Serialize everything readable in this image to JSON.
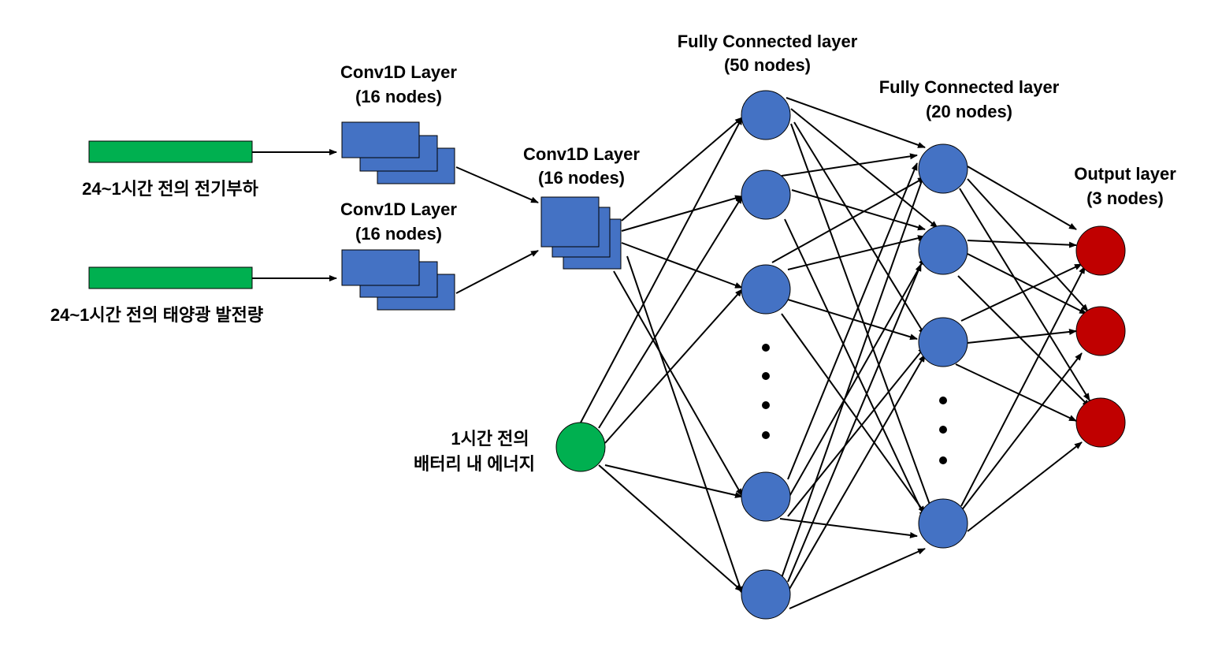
{
  "labels": {
    "input_load": "24~1시간 전의 전기부하",
    "input_pv": "24~1시간 전의 태양광 발전량",
    "conv_top": [
      "Conv1D Layer",
      "(16 nodes)"
    ],
    "conv_bottom": [
      "Conv1D Layer",
      "(16 nodes)"
    ],
    "conv_merge": [
      "Conv1D Layer",
      "(16 nodes)"
    ],
    "battery": [
      "1시간 전의",
      "배터리 내 에너지"
    ],
    "fc1": [
      "Fully Connected layer",
      "(50 nodes)"
    ],
    "fc2": [
      "Fully Connected layer",
      "(20 nodes)"
    ],
    "output": [
      "Output layer",
      "(3 nodes)"
    ]
  },
  "colors": {
    "input_bar": "#00B050",
    "conv_block": "#4472C4",
    "hidden_node": "#4472C4",
    "battery_node": "#00B050",
    "output_node": "#C00000",
    "outline": "#000000"
  }
}
